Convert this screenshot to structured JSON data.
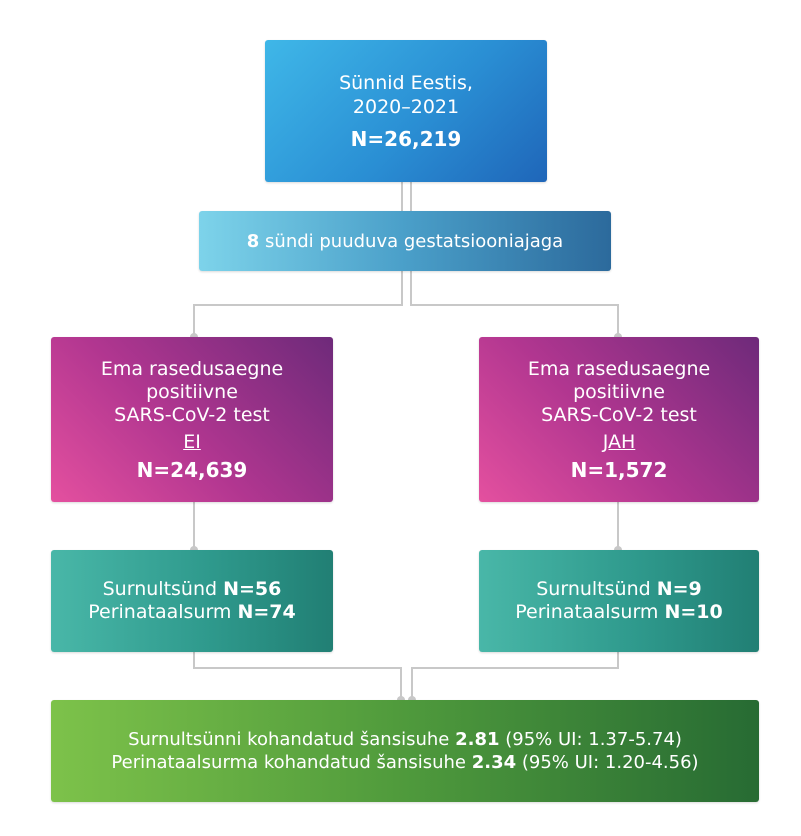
{
  "colors": {
    "connector": "#c8c8c8",
    "top_box": [
      "#3fb7e8",
      "#1f66b9"
    ],
    "exclusion_box": [
      "#7dd3ea",
      "#2c6a9c"
    ],
    "test_boxes": [
      "#e4509f",
      "#6e2a7a"
    ],
    "outcome_boxes": [
      "#49b7a8",
      "#217f74"
    ],
    "result_box": [
      "#7dc24a",
      "#276b33"
    ]
  },
  "top": {
    "line1": "Sünnid Eestis,",
    "line2": "2020–2021",
    "n": "N=26,219"
  },
  "exclusion": {
    "count": "8",
    "text": " sündi puuduva gestatsiooniajaga"
  },
  "left_test": {
    "line1": "Ema rasedusaegne",
    "line2": "positiivne",
    "line3": "SARS-CoV-2 test",
    "answer": "EI",
    "n": "N=24,639"
  },
  "right_test": {
    "line1": "Ema rasedusaegne",
    "line2": "positiivne",
    "line3": "SARS-CoV-2 test",
    "answer": "JAH",
    "n": "N=1,572"
  },
  "left_outcome": {
    "stillbirth_label": "Surnultsünd ",
    "stillbirth_n": "N=56",
    "perinatal_label": "Perinataalsurm ",
    "perinatal_n": "N=74"
  },
  "right_outcome": {
    "stillbirth_label": "Surnultsünd ",
    "stillbirth_n": "N=9",
    "perinatal_label": "Perinataalsurm ",
    "perinatal_n": "N=10"
  },
  "result": {
    "line1_label": "Surnultsünni kohandatud šansisuhe ",
    "line1_value": "2.81",
    "line1_ci": " (95% UI: 1.37-5.74)",
    "line2_label": "Perinataalsurma kohandatud šansisuhe ",
    "line2_value": "2.34",
    "line2_ci": " (95% UI: 1.20-4.56)"
  }
}
